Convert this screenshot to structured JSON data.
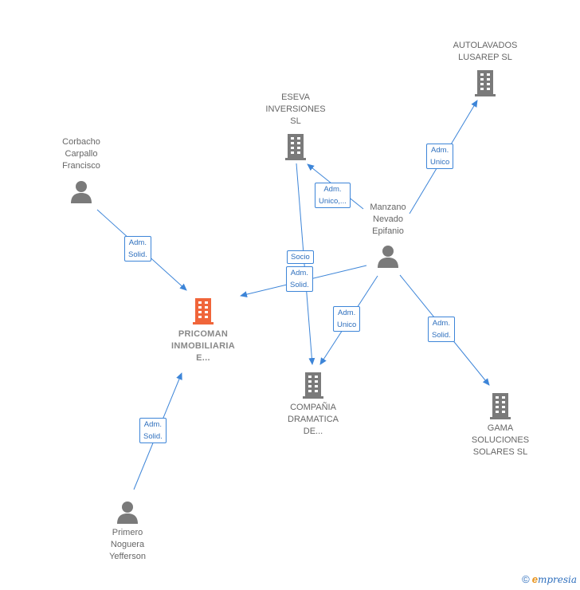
{
  "nodes": {
    "autolavados": {
      "label": "AUTOLAVADOS\nLUSAREP  SL",
      "type": "company"
    },
    "eseva": {
      "label": "ESEVA\nINVERSIONES\nSL",
      "type": "company"
    },
    "corbacho": {
      "label": "Corbacho\nCarpallo\nFrancisco",
      "type": "person"
    },
    "manzano": {
      "label": "Manzano\nNevado\nEpifanio",
      "type": "person"
    },
    "pricoman": {
      "label": "PRICOMAN\nINMOBILIARIA\nE...",
      "type": "company-main"
    },
    "compania": {
      "label": "COMPAÑIA\nDRAMATICA\nDE...",
      "type": "company"
    },
    "gama": {
      "label": "GAMA\nSOLUCIONES\nSOLARES  SL",
      "type": "company"
    },
    "primero": {
      "label": "Primero\nNoguera\nYefferson",
      "type": "person"
    }
  },
  "edges": {
    "manzano_autolavados": "Adm.\nUnico",
    "manzano_eseva": "Adm.\nUnico,...",
    "corbacho_pricoman": "Adm.\nSolid.",
    "eseva_compania": "Socio",
    "manzano_pricoman": "Adm.\nSolid.",
    "manzano_compania": "Adm.\nUnico",
    "manzano_gama": "Adm.\nSolid.",
    "primero_pricoman": "Adm.\nSolid."
  },
  "colors": {
    "edge": "#3d85d8",
    "icon": "#7a7a7a",
    "main_icon": "#f0653a"
  },
  "footer": {
    "copyright": "©",
    "brand_first": "e",
    "brand_rest": "mpresia"
  }
}
